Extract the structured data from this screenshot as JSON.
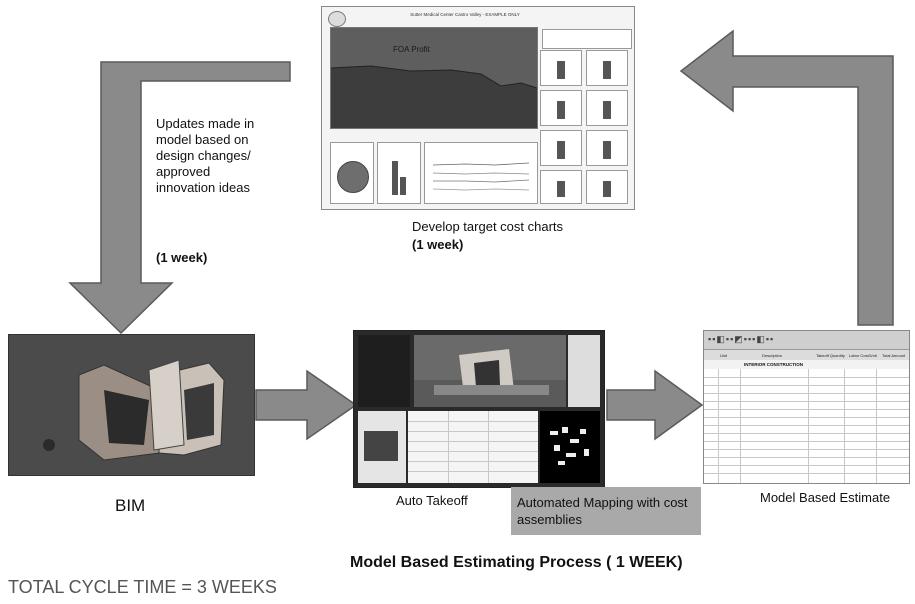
{
  "labels": {
    "updates": "Updates made in model based on design changes/ approved innovation ideas",
    "updates_duration": "(1 week)",
    "develop": "Develop target cost charts",
    "develop_duration": "(1 week)",
    "bim": "BIM",
    "auto_takeoff": "Auto Takeoff",
    "automated_mapping": "Automated Mapping with cost assemblies",
    "model_based_estimate": "Model Based Estimate",
    "process_title": "Model Based Estimating Process ( 1 WEEK)",
    "total_cycle": "TOTAL CYCLE TIME = 3 WEEKS"
  },
  "dashboard": {
    "title": "Sutter Medical Center Castro Valley - EXAMPLE ONLY",
    "chart_label": "FOA Profit"
  },
  "estimate": {
    "headers": [
      "Unit",
      "Description",
      "Takeoff Quantity",
      "Labor Cost/Unit",
      "Total Amount"
    ],
    "section": "INTERIOR CONSTRUCTION"
  },
  "colors": {
    "arrow_fill": "#8a8a8a",
    "arrow_stroke": "#5a5a5a",
    "mapping_box": "#a9a9a9",
    "bim_bg": "#4a4a4a"
  }
}
